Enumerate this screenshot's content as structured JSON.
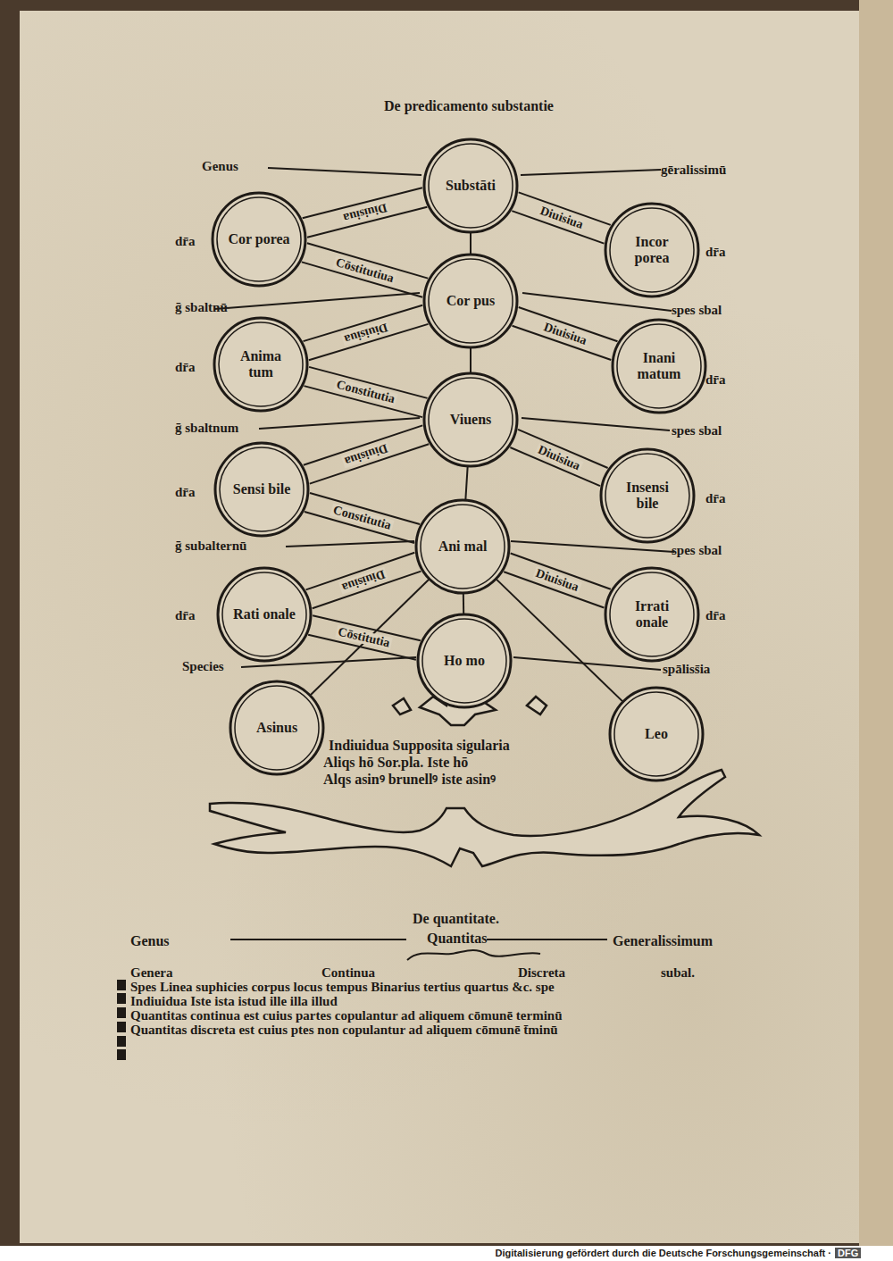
{
  "diagram": {
    "title": "De predicamento substantie",
    "nodes": [
      {
        "text": [
          "Substāti"
        ]
      },
      {
        "text": [
          "Cor porea"
        ]
      },
      {
        "text": [
          "Incor porea"
        ]
      },
      {
        "text": [
          "Cor pus"
        ]
      },
      {
        "text": [
          "Anima tum"
        ]
      },
      {
        "text": [
          "Inani matum"
        ]
      },
      {
        "text": [
          "Viuens"
        ]
      },
      {
        "text": [
          "Sensi bile"
        ]
      },
      {
        "text": [
          "Insensi bile"
        ]
      },
      {
        "text": [
          "Ani mal"
        ]
      },
      {
        "text": [
          "Rati onale"
        ]
      },
      {
        "text": [
          "Irrati onale"
        ]
      },
      {
        "text": [
          "Ho mo"
        ]
      },
      {
        "text": [
          "Asinus"
        ]
      },
      {
        "text": [
          "Leo"
        ]
      }
    ],
    "edges": [
      {
        "from": 0,
        "to": 1,
        "label": "Diuisiua",
        "arrow": "none"
      },
      {
        "from": 0,
        "to": 2,
        "label": "Diuisiua",
        "arrow": "none"
      },
      {
        "from": 1,
        "to": 3,
        "label": "Cōstitutiua",
        "arrow": "none"
      },
      {
        "from": 0,
        "to": 3,
        "arrow": "none"
      },
      {
        "from": 3,
        "to": 4,
        "label": "Diuisiua",
        "arrow": "none"
      },
      {
        "from": 3,
        "to": 5,
        "label": "Diuisiua",
        "arrow": "none"
      },
      {
        "from": 4,
        "to": 6,
        "label": "Constitutia",
        "arrow": "none"
      },
      {
        "from": 3,
        "to": 6,
        "arrow": "none"
      },
      {
        "from": 6,
        "to": 7,
        "label": "Diuisiua",
        "arrow": "none"
      },
      {
        "from": 6,
        "to": 8,
        "label": "Diuisiua",
        "arrow": "none"
      },
      {
        "from": 7,
        "to": 9,
        "label": "Constitutia",
        "arrow": "none"
      },
      {
        "from": 6,
        "to": 9,
        "arrow": "none"
      },
      {
        "from": 9,
        "to": 10,
        "label": "Diuisiua",
        "arrow": "none"
      },
      {
        "from": 9,
        "to": 11,
        "label": "Diuisiua",
        "arrow": "none"
      },
      {
        "from": 10,
        "to": 12,
        "label": "Cōstitutia",
        "arrow": "none"
      },
      {
        "from": 9,
        "to": 12,
        "arrow": "none"
      },
      {
        "from": 9,
        "to": 13,
        "arrow": "none"
      },
      {
        "from": 9,
        "to": 14,
        "arrow": "none"
      }
    ],
    "labels": [
      "Genus",
      "gēralissimū",
      "dr̄a",
      "dr̄a",
      "ḡ sbaltnū",
      "spes sbal",
      "dr̄a",
      "dr̄a",
      "ḡ sbaltnum",
      "spes sbal",
      "dr̄a",
      "dr̄a",
      "ḡ subalternū",
      "spes sbal",
      "dr̄a",
      "dr̄a",
      "Species",
      "spāliss̄ia",
      "Indiuidua Supposita sigularia",
      "Aliqs hō Sor.pla. Iste hō",
      "Alqs asinꝰ brunellꝰ iste asinꝰ",
      "De quantitate.",
      "Quantitas",
      "Genus",
      "Generalissimum",
      "Genera",
      "Continua",
      "Discreta",
      "subal.",
      "Spes Linea suphicies corpus locus tempus Binarius tertius quartus &c. spe",
      "Indiuidua Iste ista istud ille illa illud",
      "Quantitas continua est cuius partes copulantur ad aliquem cōmunē terminū",
      "Quantitas discreta est cuius ptes non copulantur ad aliquem cōmunē t̄minū",
      "Digitalisierung gefördert durch die Deutsche Forschungsgemeinschaft ·",
      "DFG"
    ]
  }
}
